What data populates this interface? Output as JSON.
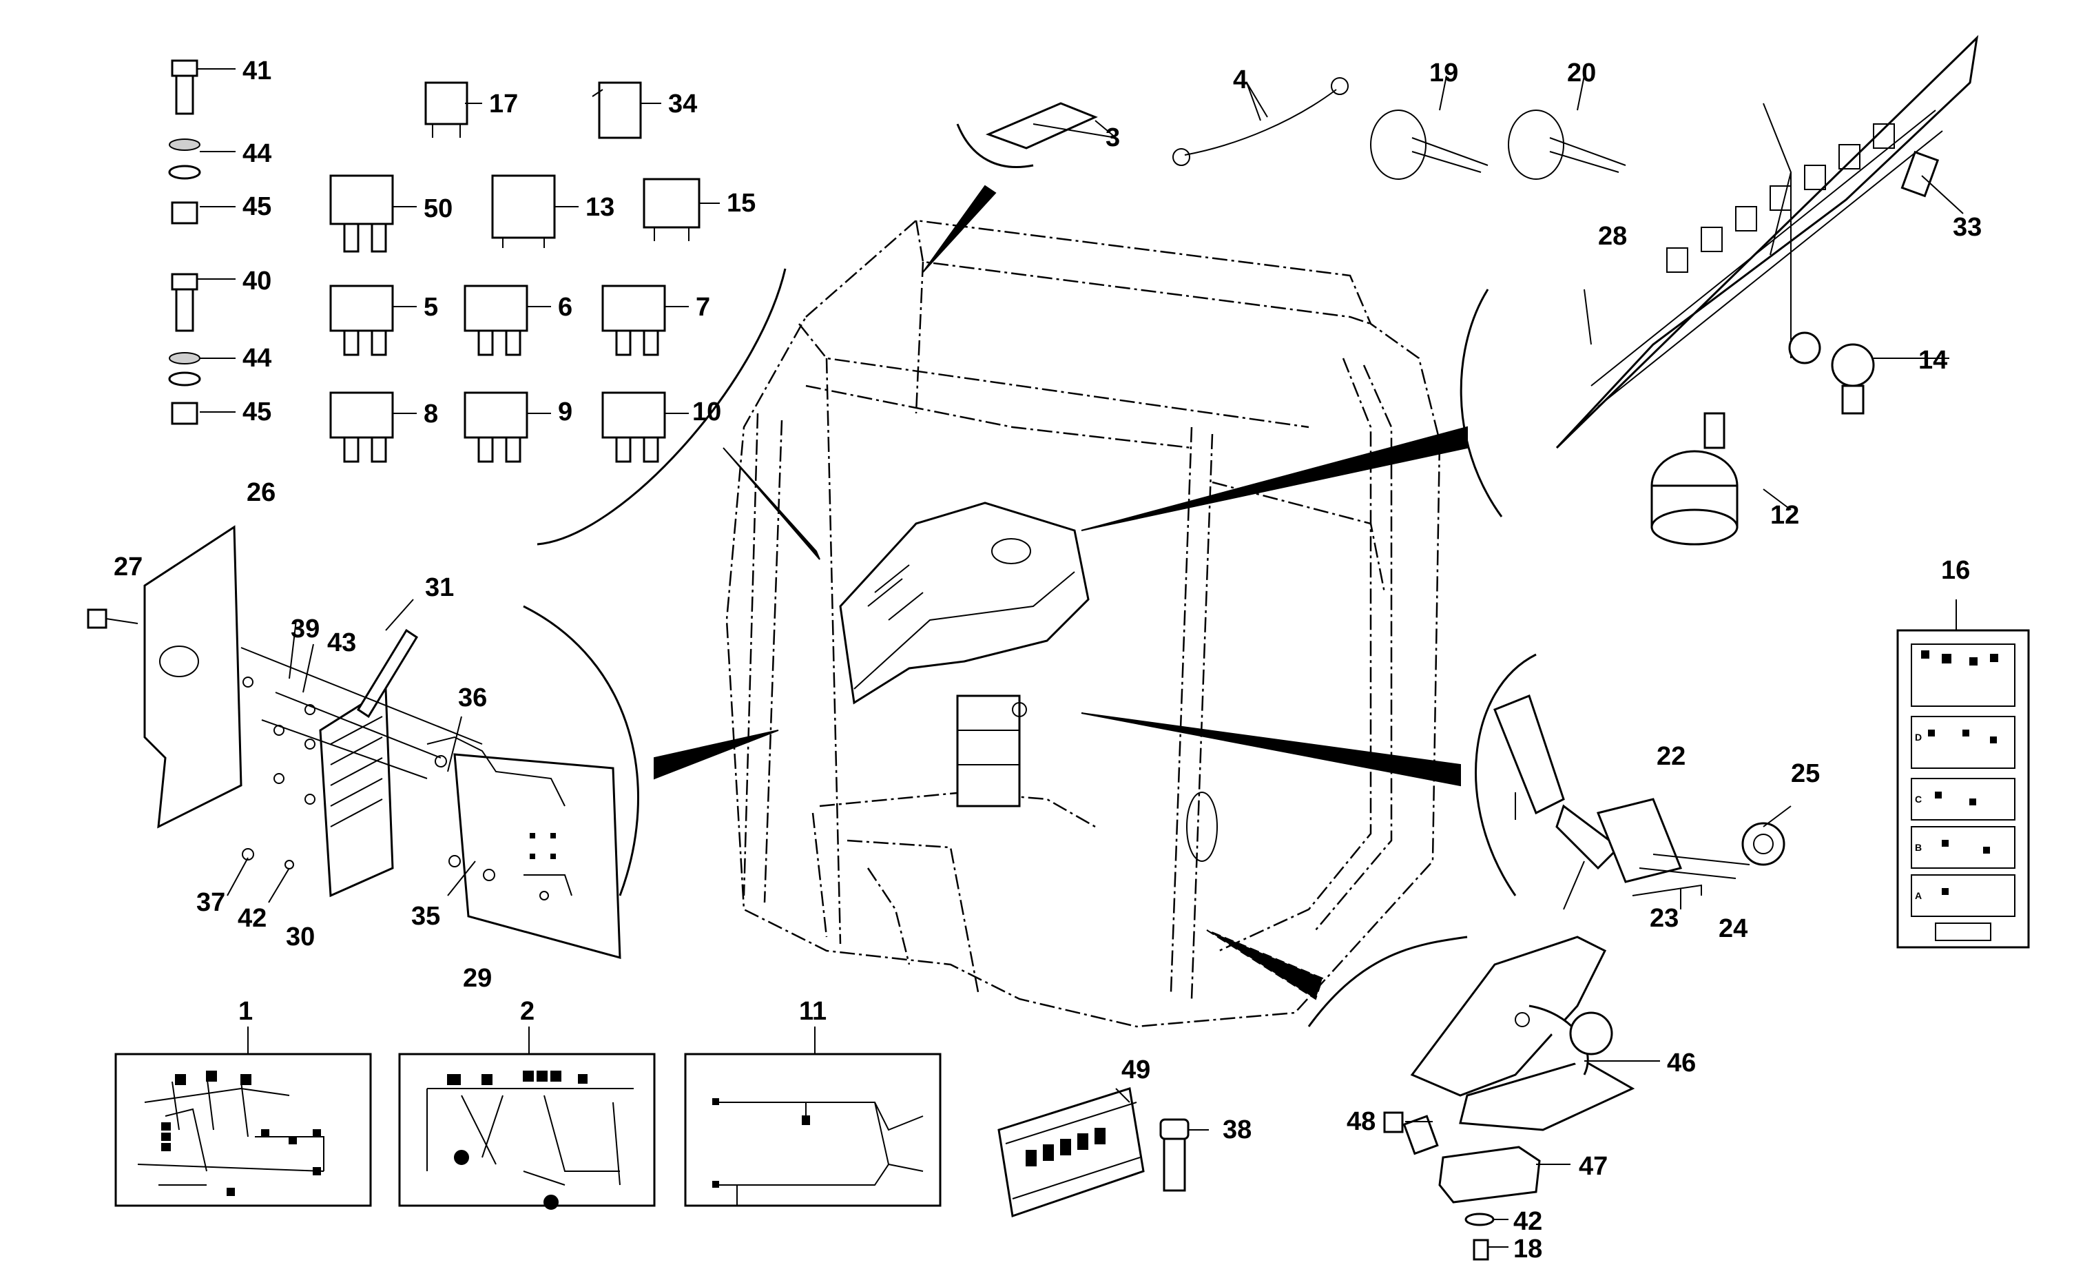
{
  "callouts": {
    "c1": "1",
    "c2": "2",
    "c3": "3",
    "c4": "4",
    "c5": "5",
    "c6": "6",
    "c7": "7",
    "c8": "8",
    "c9": "9",
    "c10": "10",
    "c11": "11",
    "c12": "12",
    "c13": "13",
    "c14": "14",
    "c15": "15",
    "c16": "16",
    "c17": "17",
    "c18": "18",
    "c19": "19",
    "c20": "20",
    "c22": "22",
    "c23": "23",
    "c24": "24",
    "c25": "25",
    "c26": "26",
    "c27": "27",
    "c28": "28",
    "c29": "29",
    "c30": "30",
    "c31": "31",
    "c33": "33",
    "c34": "34",
    "c35": "35",
    "c36": "36",
    "c37": "37",
    "c38": "38",
    "c39": "39",
    "c40": "40",
    "c41": "41",
    "c42a": "42",
    "c42b": "42",
    "c43": "43",
    "c44a": "44",
    "c44b": "44",
    "c45a": "45",
    "c45b": "45",
    "c46": "46",
    "c47": "47",
    "c48": "48",
    "c49": "49",
    "c50": "50"
  },
  "fuse_box": {
    "rows": [
      "D",
      "C",
      "B",
      "A"
    ]
  },
  "colors": {
    "ink": "#000000",
    "paper": "#ffffff",
    "shade": "#cfcfcf"
  }
}
